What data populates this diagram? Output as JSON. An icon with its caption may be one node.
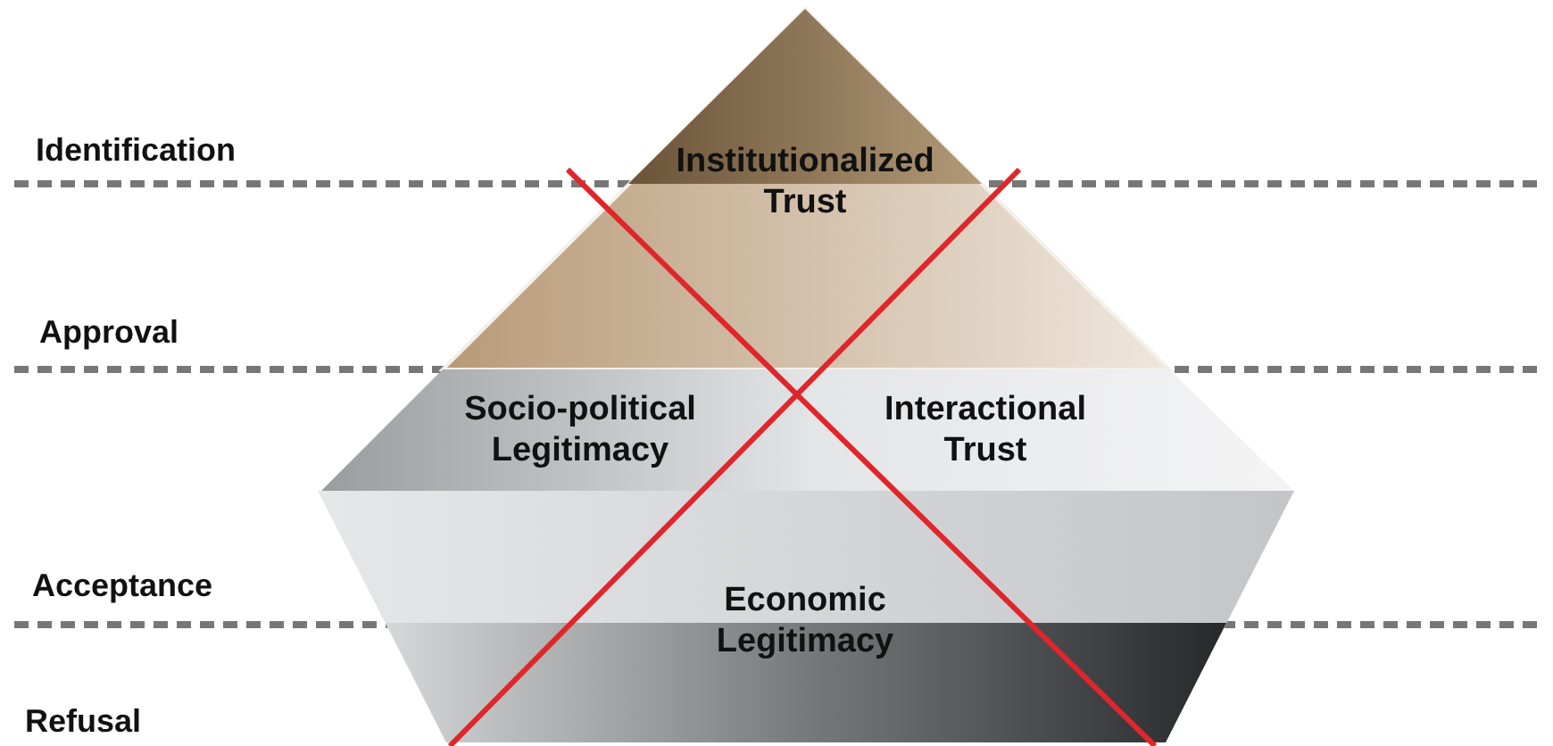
{
  "diagram": {
    "nodes": [
      {
        "text": [
          "Institutionalized Trust"
        ]
      },
      {
        "text": [
          "Socio-political Legitimacy"
        ]
      },
      {
        "text": [
          "Interactional Trust"
        ]
      },
      {
        "text": [
          "Economic Legitimacy"
        ]
      }
    ],
    "labels": [
      "Identification",
      "Approval",
      "Acceptance",
      "Refusal"
    ]
  }
}
